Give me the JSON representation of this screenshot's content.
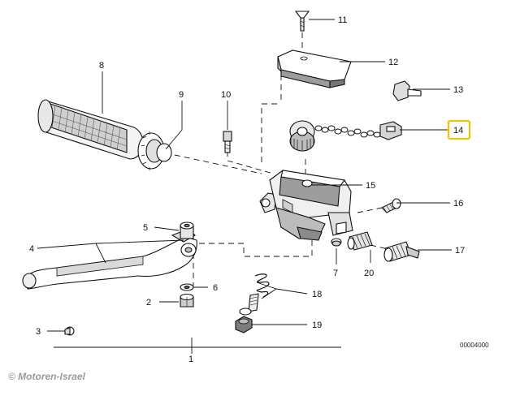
{
  "diagram": {
    "part_code": "00004000",
    "watermark": "© Motoren-Israel",
    "highlighted_callout": "14",
    "callouts": [
      "1",
      "2",
      "3",
      "4",
      "5",
      "6",
      "7",
      "8",
      "9",
      "10",
      "11",
      "12",
      "13",
      "14",
      "15",
      "16",
      "17",
      "18",
      "19",
      "20"
    ]
  },
  "colors": {
    "highlight": "#f0c400",
    "ink": "#111111"
  }
}
